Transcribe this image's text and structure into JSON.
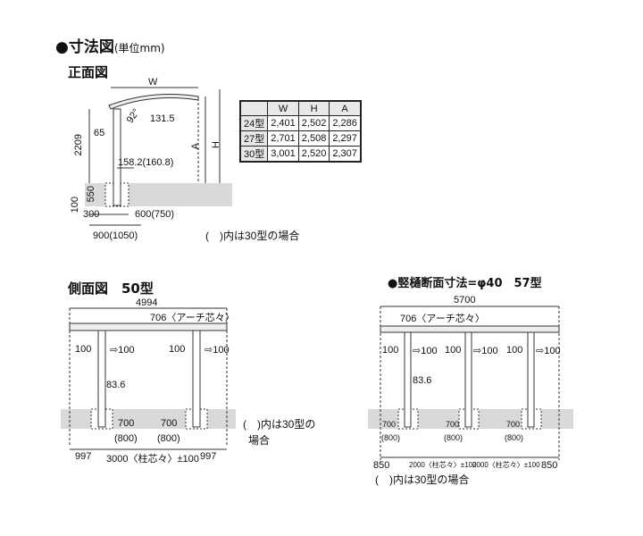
{
  "header": {
    "title": "寸法図",
    "unit": "(単位mm)"
  },
  "front": {
    "title": "正面図",
    "labels": {
      "w": "W",
      "d131": "131.5",
      "a92": "92°",
      "d65": "65",
      "d2209": "2209",
      "a": "A",
      "h": "H",
      "d158": "158.2(160.8)",
      "d550": "550",
      "d100": "100",
      "d300": "300",
      "d600": "600(750)",
      "d900": "900(1050)"
    },
    "note": "(　)内は30型の場合",
    "table": {
      "headers": [
        "",
        "W",
        "H",
        "A"
      ],
      "rows": [
        [
          "24型",
          "2,401",
          "2,502",
          "2,286"
        ],
        [
          "27型",
          "2,701",
          "2,508",
          "2,297"
        ],
        [
          "30型",
          "3,001",
          "2,520",
          "2,307"
        ]
      ]
    }
  },
  "side50": {
    "title": "側面図　50型",
    "labels": {
      "total": "4994",
      "arch": "706〈アーチ芯々〉",
      "l100a": "100",
      "r100a": "100",
      "l100b": "100",
      "r100b": "100",
      "d836": "83.6",
      "d700a": "700",
      "d700b": "700",
      "d800a": "(800)",
      "d800b": "(800)",
      "d997a": "997",
      "d3000": "3000〈柱芯々〉±100",
      "d997b": "997"
    },
    "note_line1": "(　)内は30型の",
    "note_line2": "場合"
  },
  "side57": {
    "title": "●竪樋断面寸法=φ40　57型",
    "labels": {
      "total": "5700",
      "arch": "706〈アーチ芯々〉",
      "l100a": "100",
      "r100a": "100",
      "l100b": "100",
      "r100b": "100",
      "l100c": "100",
      "r100c": "100",
      "d836": "83.6",
      "d700a": "700",
      "d700b": "700",
      "d700c": "700",
      "d800a": "(800)",
      "d800b": "(800)",
      "d800c": "(800)",
      "d850a": "850",
      "d2000a": "2000〈柱芯々〉±100",
      "d2000b": "2000〈柱芯々〉±100",
      "d850b": "850"
    },
    "note": "(　)内は30型の場合"
  }
}
